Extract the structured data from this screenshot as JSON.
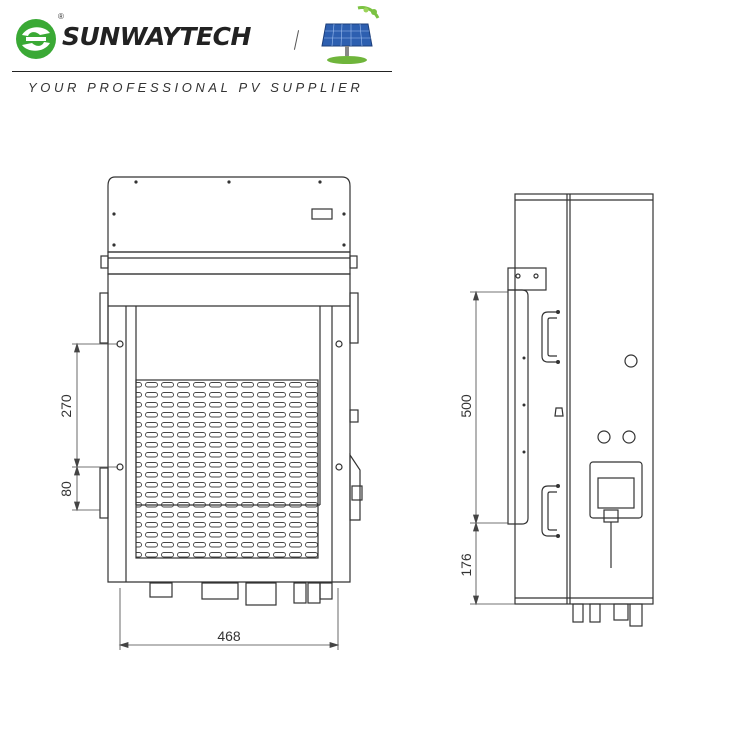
{
  "brand": {
    "name": "SUNWAYTECH",
    "registered_mark": "®",
    "tagline": "YOUR PROFESSIONAL PV SUPPLIER",
    "brand_color": "#3aa935",
    "icons": [
      "sunwaytech-logo-icon",
      "solar-panel-icon"
    ]
  },
  "front_view": {
    "dimensions": {
      "width": "468",
      "height_upper": "270",
      "height_lower": "80"
    }
  },
  "side_view": {
    "dimensions": {
      "height_main": "500",
      "height_bottom": "176"
    }
  }
}
